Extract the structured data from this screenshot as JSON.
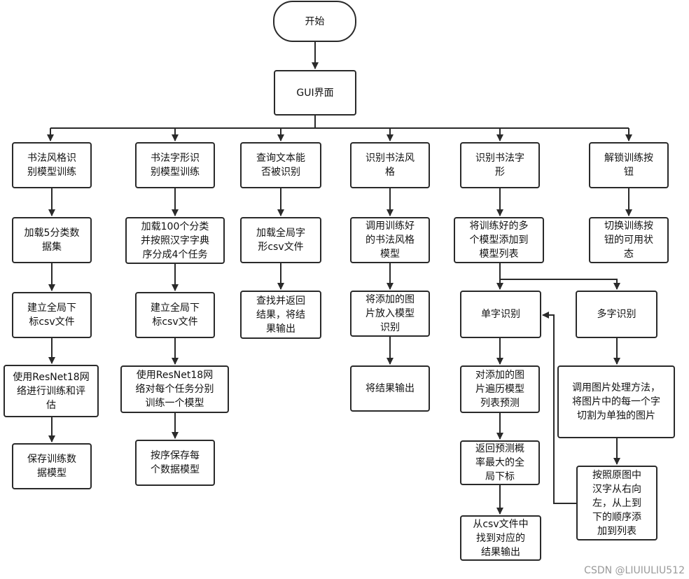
{
  "nodes": {
    "start": "开始",
    "gui": "GUI界面",
    "c1_title": "书法风格识\n别模型训练",
    "c1_load": "加载5分类数\n据集",
    "c1_csv": "建立全局下\n标csv文件",
    "c1_train": "使用ResNet18网\n络进行训练和评\n估",
    "c1_save": "保存训练数\n据模型",
    "c2_title": "书法字形识\n别模型训练",
    "c2_load": "加载100个分类\n并按照汉字字典\n序分成4个任务",
    "c2_csv": "建立全局下\n标csv文件",
    "c2_train": "使用ResNet18网\n络对每个任务分别\n训练一个模型",
    "c2_save": "按序保存每\n个数据模型",
    "c3_title": "查询文本能\n否被识别",
    "c3_load": "加载全局字\n形csv文件",
    "c3_find": "查找并返回\n结果，将结\n果输出",
    "c4_title": "识别书法风\n格",
    "c4_call": "调用训练好\n的书法风格\n模型",
    "c4_put": "将添加的图\n片放入模型\n识别",
    "c4_out": "将结果输出",
    "c5_title": "识别书法字\n形",
    "c5_add": "将训练好的多\n个模型添加到\n模型列表",
    "c5_single": "单字识别",
    "c5_multi": "多字识别",
    "c5_traverse": "对添加的图\n片遍历模型\n列表预测",
    "c5_return": "返回预测概\n率最大的全\n局下标",
    "c5_find": "从csv文件中\n找到对应的\n结果输出",
    "c5_split": "调用图片处理方法，\n将图片中的每一个字\n切割为单独的图片",
    "c5_order": "按照原图中\n汉字从右向\n左，从上到\n下的顺序添\n加到列表",
    "c6_title": "解锁训练按\n钮",
    "c6_toggle": "切换训练按\n钮的可用状\n态"
  },
  "watermark": "CSDN @LIUIULIU512",
  "colors": {
    "stroke": "#2a2a2a",
    "background": "#ffffff"
  }
}
